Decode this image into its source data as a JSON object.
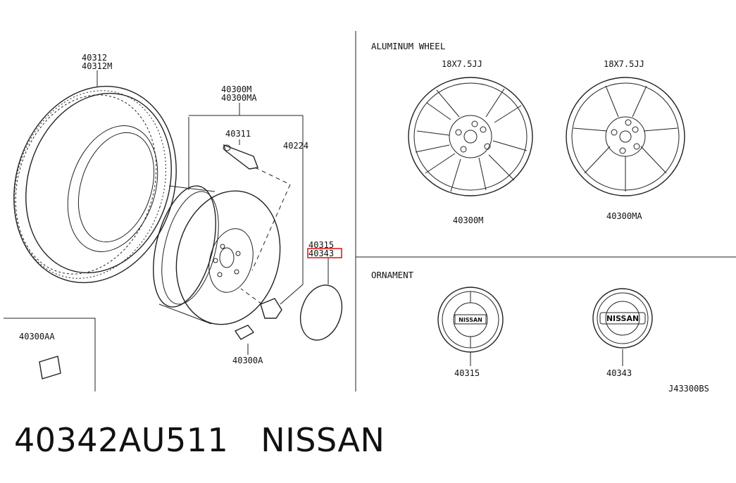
{
  "labels": {
    "tire": [
      "40312",
      "40312M"
    ],
    "wheel_assembly": [
      "40300M",
      "40300MA"
    ],
    "valve": "40311",
    "nut": "40224",
    "weight_kit": "40300AA",
    "balance_weight": "40300A",
    "ornament_callout_top": "40315",
    "ornament_callout_highlight": "40343"
  },
  "aluminum_wheel": {
    "title": "ALUMINUM WHEEL",
    "wheel_1": {
      "size": "18X7.5JJ",
      "part": "40300M"
    },
    "wheel_2": {
      "size": "18X7.5JJ",
      "part": "40300MA"
    }
  },
  "ornament": {
    "title": "ORNAMENT",
    "item_1": {
      "part": "40315",
      "logo": "NISSAN"
    },
    "item_2": {
      "part": "40343",
      "logo": "NISSAN"
    }
  },
  "diagram_code": "J43300BS",
  "footer": {
    "part_number": "40342AU511",
    "brand": "NISSAN"
  },
  "colors": {
    "highlight": "#e11d1d",
    "ink": "#222222"
  }
}
